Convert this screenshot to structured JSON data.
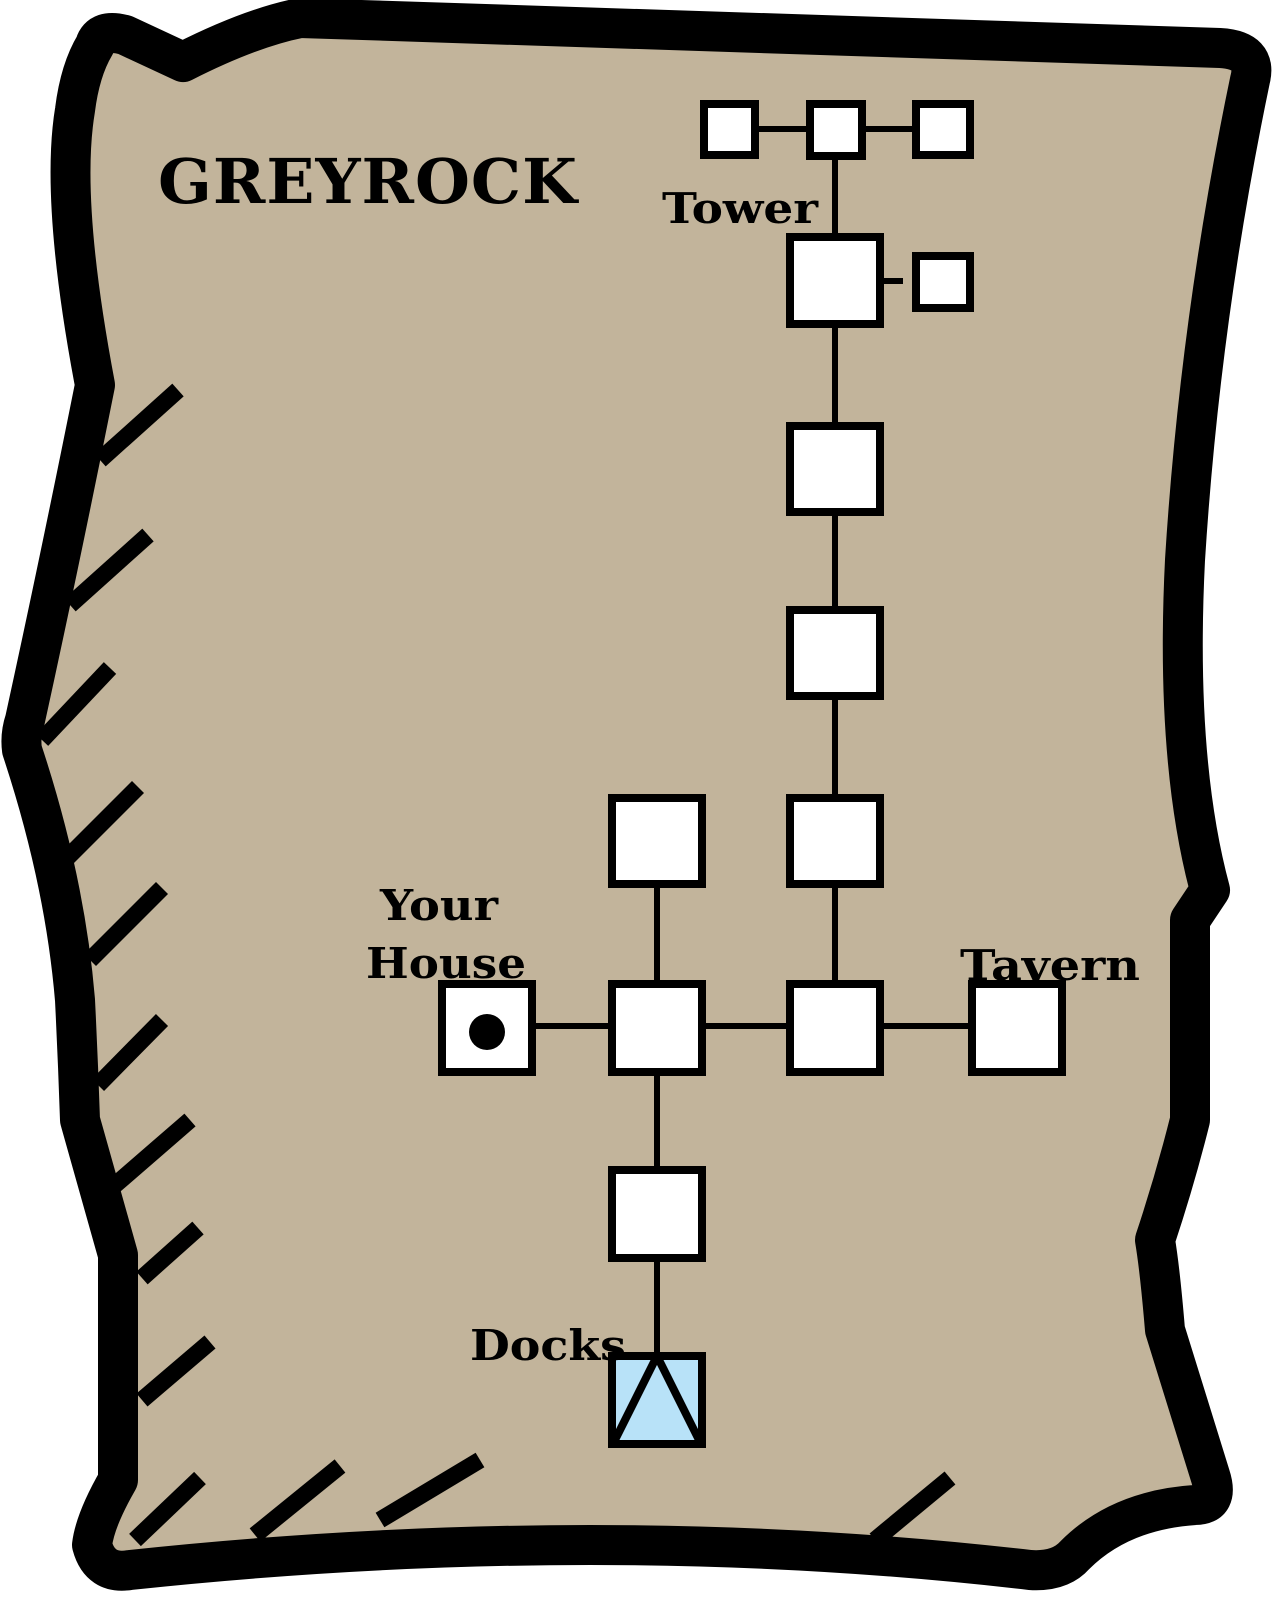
{
  "map": {
    "title": "GREYROCK",
    "colors": {
      "parchment": "#c2b49b",
      "border": "#000000",
      "room": "#ffffff",
      "water": "#b8e2f8",
      "background": "#ffffff"
    },
    "labels": {
      "tower": "Tower",
      "your_house_line1": "Your",
      "your_house_line2": "House",
      "tavern": "Tavern",
      "docks": "Docks"
    },
    "rooms": [
      {
        "id": "tower-top-left",
        "type": "room",
        "size": "small"
      },
      {
        "id": "tower-top-center",
        "type": "room",
        "size": "small"
      },
      {
        "id": "tower-top-right",
        "type": "room",
        "size": "small"
      },
      {
        "id": "tower",
        "type": "room",
        "size": "large"
      },
      {
        "id": "tower-annex",
        "type": "room",
        "size": "small"
      },
      {
        "id": "north-road-1",
        "type": "room",
        "size": "large"
      },
      {
        "id": "north-road-2",
        "type": "room",
        "size": "large"
      },
      {
        "id": "north-road-3",
        "type": "room",
        "size": "large"
      },
      {
        "id": "plaza-north",
        "type": "room",
        "size": "large"
      },
      {
        "id": "your-house",
        "type": "room",
        "size": "large",
        "marker": "player-dot"
      },
      {
        "id": "plaza",
        "type": "room",
        "size": "large"
      },
      {
        "id": "east-junction",
        "type": "room",
        "size": "large"
      },
      {
        "id": "tavern",
        "type": "room",
        "size": "large"
      },
      {
        "id": "south-road",
        "type": "room",
        "size": "large"
      },
      {
        "id": "docks",
        "type": "water",
        "size": "large",
        "marker": "sail"
      }
    ],
    "legend_markers": {
      "player_location": "filled-circle",
      "docks": "triangle-sail"
    }
  }
}
